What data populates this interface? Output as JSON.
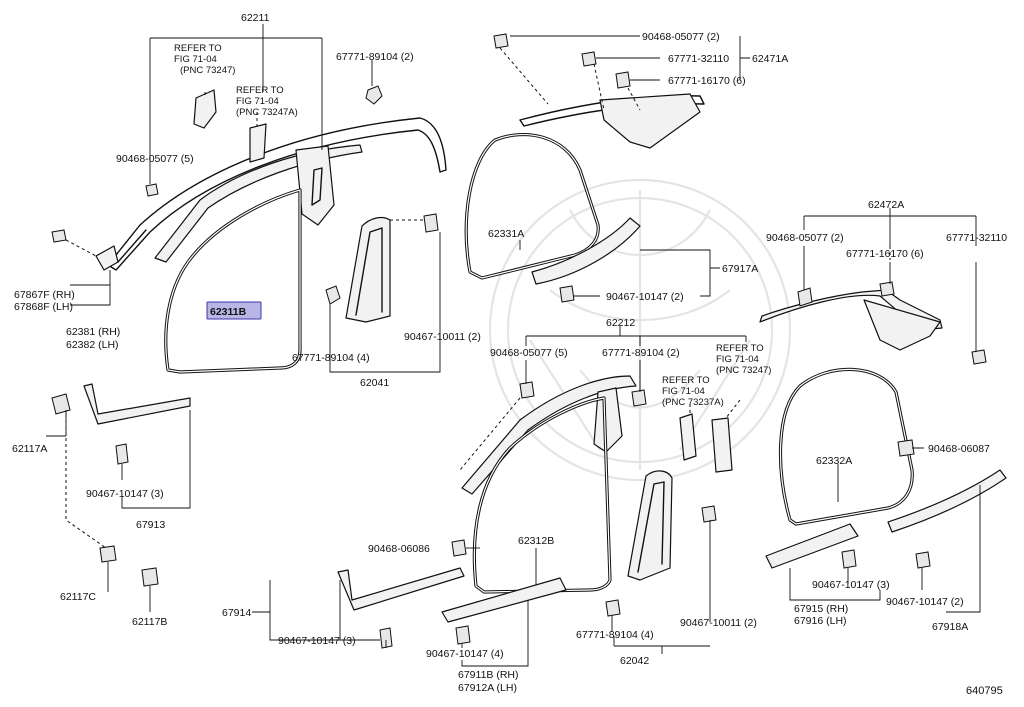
{
  "labels": {
    "p62211": "62211",
    "r1a": "REFER TO",
    "r1b": "FIG 71-04",
    "r1c": "(PNC 73247)",
    "r2a": "REFER TO",
    "r2b": "FIG 71-04",
    "r2c": "(PNC 73247A)",
    "c67771_a": "67771-89104 (2)",
    "c90468_a": "90468-05077 (5)",
    "p67867F": "67867F (RH)",
    "p67868F": "67868F (LH)",
    "p62381": "62381 (RH)",
    "p62382": "62382 (LH)",
    "p62311B": "62311B",
    "c67771_b": "67771-89104 (4)",
    "c90467_a": "90467-10011 (2)",
    "p62041": "62041",
    "p62117A": "62117A",
    "c90467_b": "90467-10147 (3)",
    "p67913": "67913",
    "p62117C": "62117C",
    "p62117B": "62117B",
    "p67914": "67914",
    "c90467_c": "90467-10147 (3)",
    "c90468_b": "90468-05077 (2)",
    "c67771_c": "67771-32110",
    "c67771_d": "67771-16170 (6)",
    "p62471A": "62471A",
    "p62331A": "62331A",
    "p67917A": "67917A",
    "c90467_d": "90467-10147 (2)",
    "p62472A": "62472A",
    "c90468_c": "90468-05077 (2)",
    "c67771_e": "67771-16170 (6)",
    "c67771_f": "67771-32110",
    "p62212": "62212",
    "c90468_d": "90468-05077 (5)",
    "c67771_g": "67771-89104 (2)",
    "r3a": "REFER TO",
    "r3b": "FIG 71-04",
    "r3c": "(PNC 73247)",
    "r4a": "REFER TO",
    "r4b": "FIG 71-04",
    "r4c": "(PNC 73237A)",
    "c90468_e": "90468-06087",
    "p62332A": "62332A",
    "c90468_f": "90468-06086",
    "p62312B": "62312B",
    "c90467_e": "90467-10147 (4)",
    "p67911B": "67911B (RH)",
    "p67912A": "67912A (LH)",
    "c67771_h": "67771-89104 (4)",
    "c90467_f": "90467-10011 (2)",
    "p62042": "62042",
    "c90467_g": "90467-10147 (3)",
    "p67915": "67915 (RH)",
    "p67916": "67916 (LH)",
    "c90467_h": "90467-10147 (2)",
    "p67918A": "67918A",
    "fig_number": "640795"
  },
  "highlighted_part": "62311B",
  "colors": {
    "highlight_fill": "#b9b6e6",
    "highlight_border": "#3b36a8",
    "line": "#111111",
    "watermark": "#e4e4e4"
  }
}
